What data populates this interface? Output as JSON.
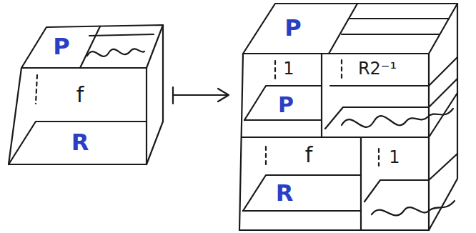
{
  "diagram": {
    "nodes": [
      {
        "text": [
          "P"
        ]
      },
      {
        "text": [
          "f"
        ]
      },
      {
        "text": [
          "R"
        ]
      },
      {
        "text": [
          "P"
        ]
      },
      {
        "text": [
          "1"
        ]
      },
      {
        "text": [
          "P"
        ]
      },
      {
        "text": [
          "R2⁻¹"
        ]
      },
      {
        "text": [
          "f"
        ]
      },
      {
        "text": [
          "R"
        ]
      },
      {
        "text": [
          "1"
        ]
      }
    ]
  }
}
